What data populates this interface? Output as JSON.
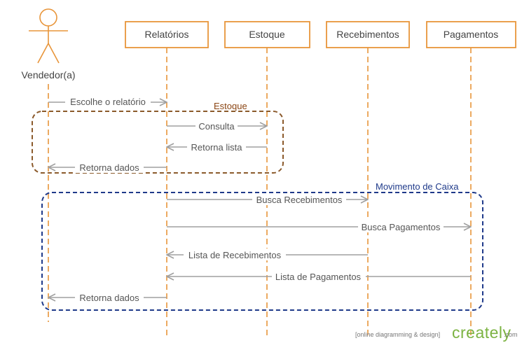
{
  "actor": {
    "label": "Vendedor(a)"
  },
  "participants": [
    {
      "label": "Relatórios"
    },
    {
      "label": "Estoque"
    },
    {
      "label": "Recebimentos"
    },
    {
      "label": "Pagamentos"
    }
  ],
  "groups": {
    "estoque": "Estoque",
    "movimento_caixa": "Movimento de Caixa"
  },
  "messages": [
    {
      "label": "Escolhe o relatório"
    },
    {
      "label": "Consulta"
    },
    {
      "label": "Retorna lista"
    },
    {
      "label": "Retorna dados"
    },
    {
      "label": "Busca Recebimentos"
    },
    {
      "label": "Busca Pagamentos"
    },
    {
      "label": "Lista de Recebimentos"
    },
    {
      "label": "Lista de Pagamentos"
    },
    {
      "label": "Retorna dados"
    }
  ],
  "watermark": {
    "tagline": "[online diagramming & design]",
    "logo": "creately",
    "suffix": ".com"
  },
  "colors": {
    "lifeline": "#E8953A",
    "message": "#A0A0A0",
    "estoque_group": "#8B5A2B",
    "caixa_group": "#1F3A8A",
    "brand": "#7CB342"
  }
}
